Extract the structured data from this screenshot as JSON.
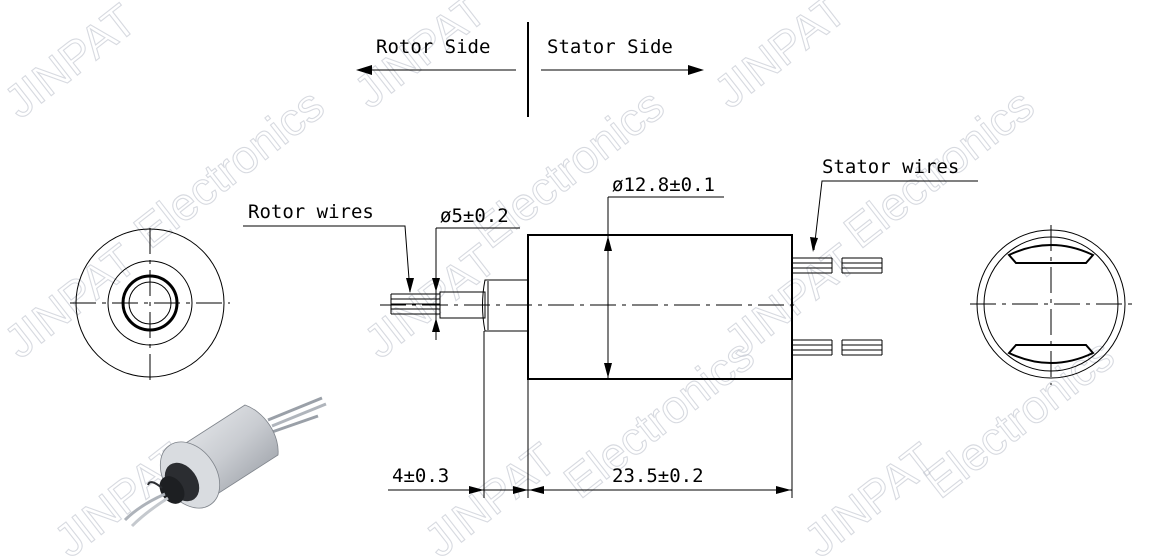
{
  "direction": {
    "rotor_side": "Rotor Side",
    "stator_side": "Stator Side"
  },
  "callouts": {
    "rotor_wires": "Rotor wires",
    "stator_wires": "Stator wires"
  },
  "dimensions": {
    "shaft_diameter": "ø5±0.2",
    "body_diameter": "ø12.8±0.1",
    "shaft_length": "4±0.3",
    "body_length": "23.5±0.2"
  },
  "watermark": {
    "brand": "JINPAT",
    "electronics": "Electronics"
  },
  "colors": {
    "line": "#000000",
    "watermark": "#b8bcc8",
    "body_grey": "#c9ccd1"
  }
}
